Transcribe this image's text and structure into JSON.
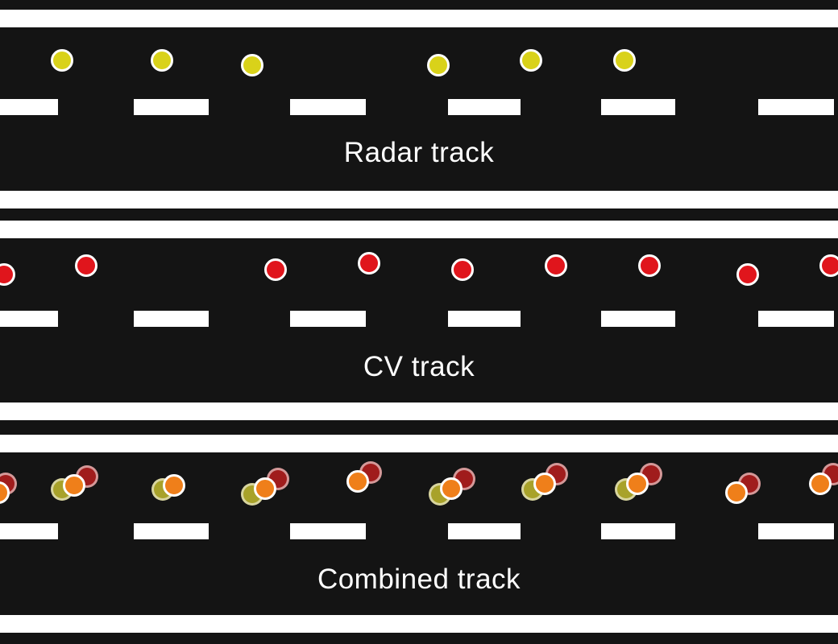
{
  "colors": {
    "road": "#141414",
    "line": "#ffffff",
    "radar_point": "#d9d21a",
    "cv_point": "#e0151c",
    "combined_point": "#ef7f1a",
    "radar_ghost": "#a8a22a",
    "cv_ghost": "#a01c1c"
  },
  "panels": [
    {
      "key": "radar",
      "label": "Radar track"
    },
    {
      "key": "cv",
      "label": "CV track"
    },
    {
      "key": "combined",
      "label": "Combined track"
    }
  ]
}
